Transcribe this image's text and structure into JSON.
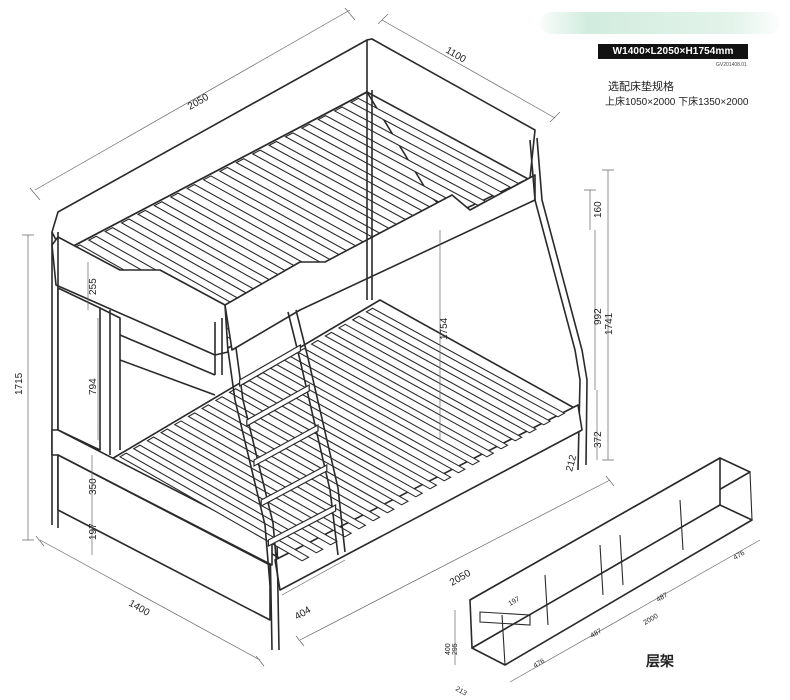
{
  "spec": {
    "dimensions": "W1400×L2050×H1754mm",
    "code": "GV201408.01"
  },
  "mattress": {
    "title": "选配床垫规格",
    "sizes": "上床1050×2000  下床1350×2000"
  },
  "shelf": {
    "title": "层架"
  },
  "dims": {
    "top_length": "2050",
    "top_width": "1100",
    "height_total": "1715",
    "guard_top": "255",
    "open_794": "794",
    "side_350": "350",
    "leg_197": "197",
    "right_160": "160",
    "right_992": "992",
    "right_1741": "1741",
    "right_372": "372",
    "right_212": "212",
    "center_1754": "1754",
    "bottom_2050": "2050",
    "bottom_1400": "1400",
    "ladder_404": "404",
    "shelf_197": "197",
    "shelf_487a": "487",
    "shelf_487b": "487",
    "shelf_2000": "2000",
    "shelf_476a": "476",
    "shelf_476b": "476",
    "shelf_400": "400",
    "shelf_295": "295",
    "shelf_213": "213"
  }
}
